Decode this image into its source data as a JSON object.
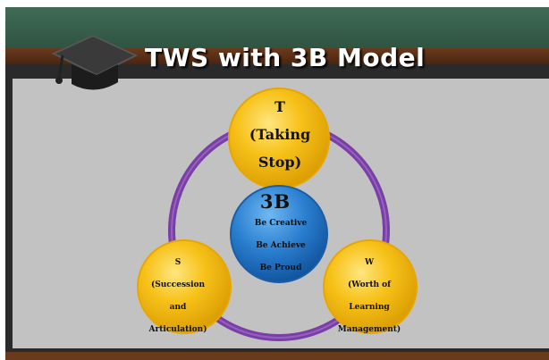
{
  "slide": {
    "title": "TWS with 3B Model"
  },
  "diagram": {
    "center": {
      "heading": "3B",
      "lines": [
        "Be Creative",
        "Be Achieve",
        "Be Proud"
      ]
    },
    "nodes": {
      "t": {
        "lines": [
          "T",
          "(Taking",
          "Stop)"
        ]
      },
      "s": {
        "lines": [
          "S",
          "(Succession",
          "and",
          "Articulation)"
        ]
      },
      "w": {
        "lines": [
          "W",
          "(Worth of",
          "Learning",
          "Management)"
        ]
      }
    }
  },
  "colors": {
    "node_gold": "#f5b400",
    "ring_purple": "#7a3fa6",
    "center_blue": "#2a7fd0",
    "board_gray": "#c2c2c2",
    "chalkboard_green": "#35604b",
    "wood_brown": "#5a2f14"
  },
  "icons": [
    "graduation-cap-icon"
  ]
}
